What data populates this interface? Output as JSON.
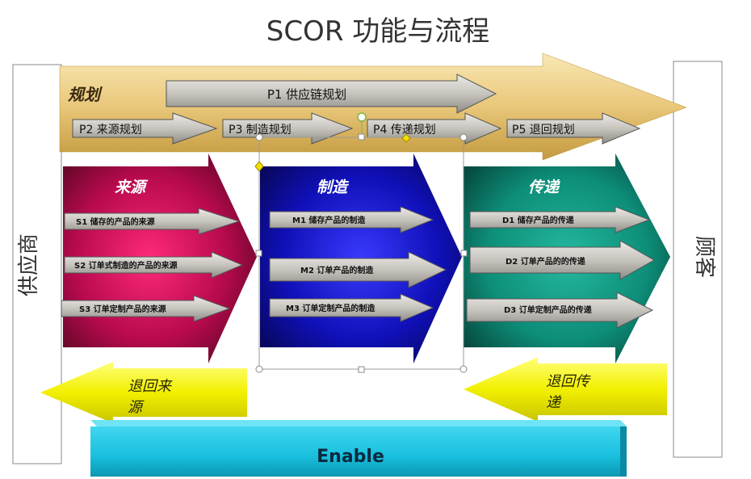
{
  "title": "SCOR 功能与流程",
  "supplier": "供应商",
  "customer": "顾客",
  "plan": {
    "label": "规划",
    "p1": "P1  供应链规划",
    "sub": [
      "P2  来源规划",
      "P3  制造规划",
      "P4  传递规划",
      "P5  退回规划"
    ]
  },
  "source": {
    "label": "来源",
    "items": [
      "S1 储存的产品的来源",
      "S2 订单式制造的产品的来源",
      "S3 订单定制产品的来源"
    ]
  },
  "make": {
    "label": "制造",
    "items": [
      "M1  储存产品的制造",
      "M2  订单产品的制造",
      "M3  订单定制产品的制造"
    ]
  },
  "deliver": {
    "label": "传递",
    "items": [
      "D1 储存产品的传递",
      "D2 订单产品的的传递",
      "D3 订单定制产品的传递"
    ]
  },
  "return_source": {
    "line1": "退回来",
    "line2": "源"
  },
  "return_deliver": {
    "line1": "退回传",
    "line2": "递"
  },
  "enable": "Enable"
}
